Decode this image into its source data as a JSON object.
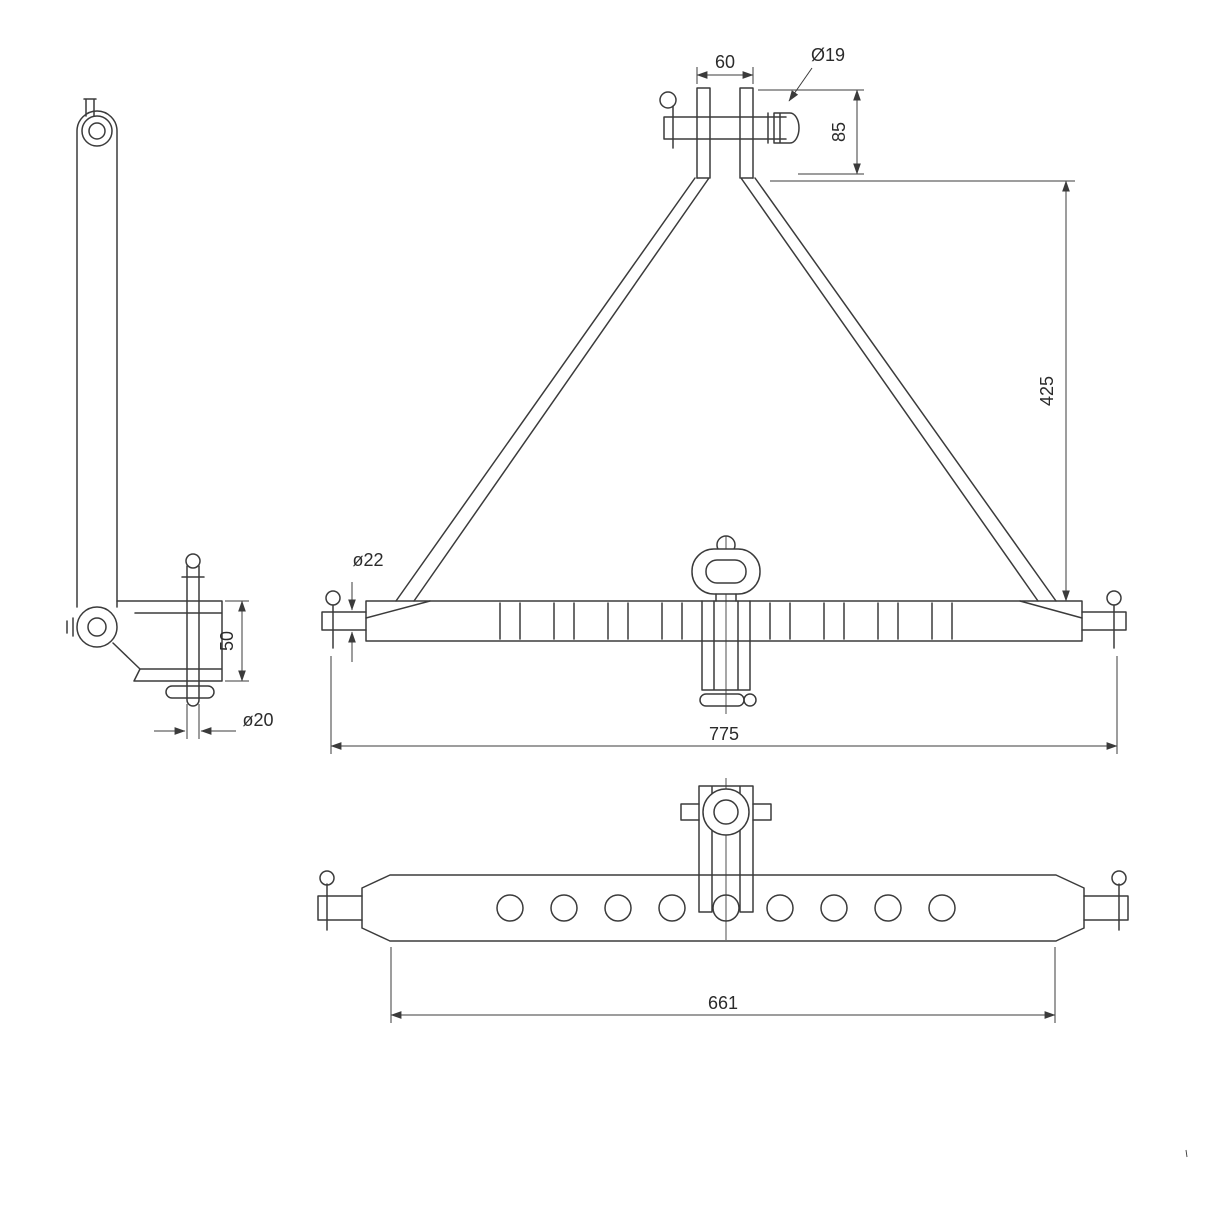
{
  "drawing": {
    "type": "technical-drawing",
    "subject": "three-point linkage A-frame drawbar, three orthographic views",
    "style": {
      "line_color": "#3b3b3b",
      "background": "#ffffff",
      "text_color": "#2b2b2b"
    },
    "labels": {
      "dim_60": "60",
      "dia_19": "Ø19",
      "dim_85": "85",
      "dim_425": "425",
      "dia_22": "ø22",
      "dim_775": "775",
      "dim_50": "50",
      "dia_20": "ø20",
      "dim_661": "661"
    }
  }
}
